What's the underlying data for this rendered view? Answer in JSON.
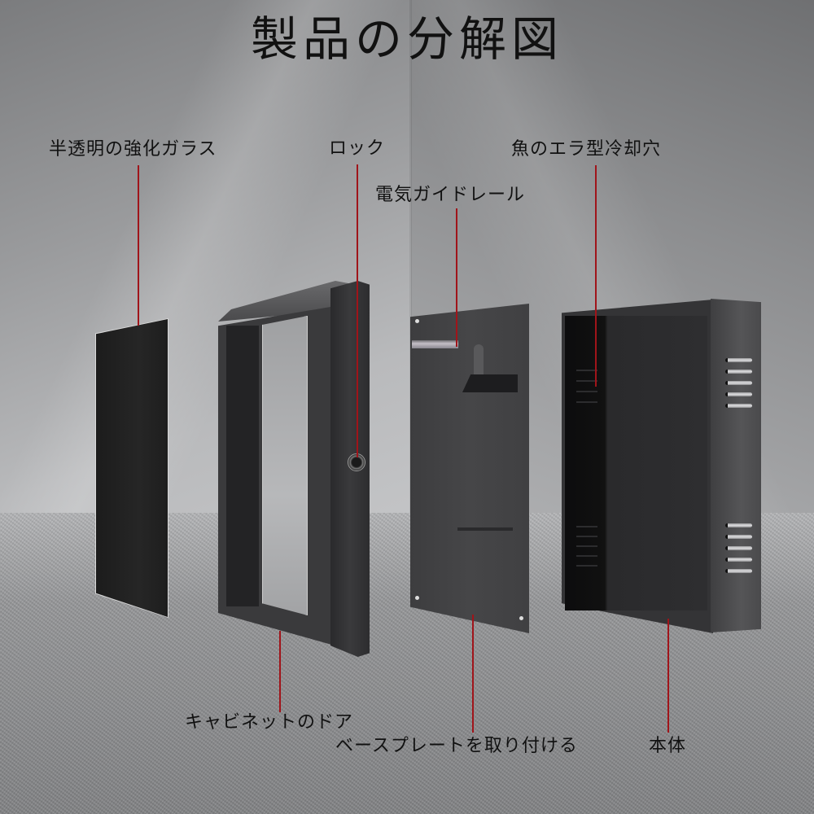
{
  "title": "製品の分解図",
  "colors": {
    "leader_line": "#a0141a",
    "text": "#111111",
    "background": "#9c9d9f",
    "component_dark": "#2e2e30"
  },
  "components": [
    {
      "id": "glass",
      "label": "半透明の強化ガラス"
    },
    {
      "id": "lock",
      "label": "ロック"
    },
    {
      "id": "din_rail",
      "label": "電気ガイドレール"
    },
    {
      "id": "vents",
      "label": "魚のエラ型冷却穴"
    },
    {
      "id": "door",
      "label": "キャビネットのドア"
    },
    {
      "id": "base_plate",
      "label": "ベースプレートを取り付ける"
    },
    {
      "id": "body",
      "label": "本体"
    }
  ]
}
